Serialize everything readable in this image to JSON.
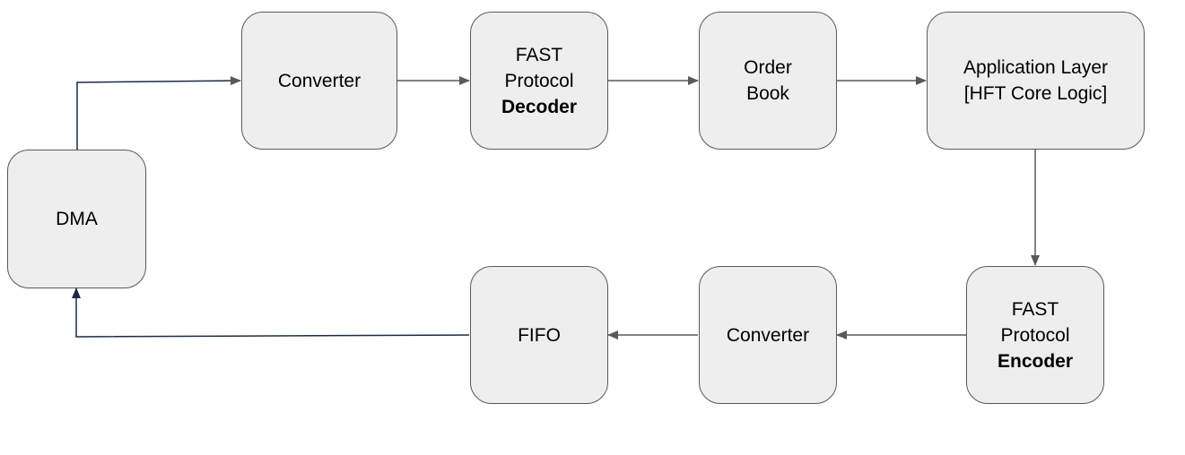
{
  "diagram": {
    "nodes": {
      "dma": {
        "lines": [
          "DMA"
        ]
      },
      "converter_top": {
        "lines": [
          "Converter"
        ]
      },
      "decoder": {
        "lines": [
          "FAST",
          "Protocol"
        ],
        "bold": "Decoder"
      },
      "order_book": {
        "lines": [
          "Order",
          "Book"
        ]
      },
      "app_layer": {
        "lines": [
          "Application Layer",
          "[HFT Core Logic]"
        ]
      },
      "encoder": {
        "lines": [
          "FAST",
          "Protocol"
        ],
        "bold": "Encoder"
      },
      "converter_bottom": {
        "lines": [
          "Converter"
        ]
      },
      "fifo": {
        "lines": [
          "FIFO"
        ]
      }
    },
    "edges": [
      {
        "from": "DMA",
        "to": "Converter"
      },
      {
        "from": "Converter",
        "to": "FAST Protocol Decoder"
      },
      {
        "from": "FAST Protocol Decoder",
        "to": "Order Book"
      },
      {
        "from": "Order Book",
        "to": "Application Layer [HFT Core Logic]"
      },
      {
        "from": "Application Layer [HFT Core Logic]",
        "to": "FAST Protocol Encoder"
      },
      {
        "from": "FAST Protocol Encoder",
        "to": "Converter"
      },
      {
        "from": "Converter",
        "to": "FIFO"
      },
      {
        "from": "FIFO",
        "to": "DMA"
      }
    ],
    "colors": {
      "node_fill": "#eeeeee",
      "node_border": "#595959",
      "edge": "#595959",
      "return_edge": "#1f2a44"
    }
  }
}
